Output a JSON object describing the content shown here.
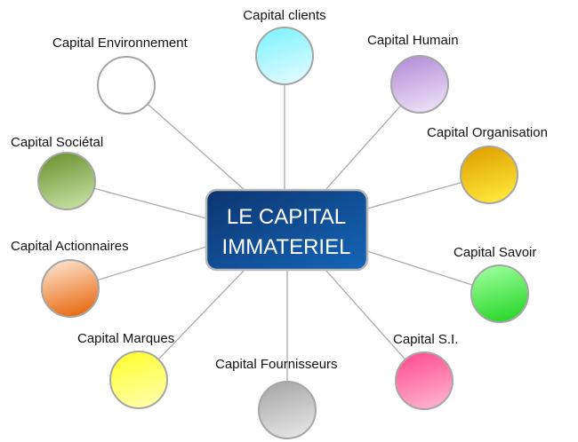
{
  "center": {
    "line1": "LE CAPITAL",
    "line2": "IMMATERIEL",
    "color_top": "#0d3570",
    "color_bottom": "#1466b8"
  },
  "nodes": [
    {
      "label": "Capital clients",
      "top": "#7ff3ff",
      "bottom": "#dffbff"
    },
    {
      "label": "Capital Humain",
      "top": "#b48fd8",
      "bottom": "#ecdff6"
    },
    {
      "label": "Capital Organisation",
      "top": "#e0a000",
      "bottom": "#ffe83a"
    },
    {
      "label": "Capital Savoir",
      "top": "#9bff9b",
      "bottom": "#2ad62a"
    },
    {
      "label": "Capital S.I.",
      "top": "#ff4f8f",
      "bottom": "#ffb0cc"
    },
    {
      "label": "Capital Fournisseurs",
      "top": "#a8a8a8",
      "bottom": "#e4e4e4"
    },
    {
      "label": "Capital Marques",
      "top": "#ffff30",
      "bottom": "#ffffa8"
    },
    {
      "label": "Capital Actionnaires",
      "top": "#fde1cb",
      "bottom": "#e86a10"
    },
    {
      "label": "Capital Sociétal",
      "top": "#6c9432",
      "bottom": "#c6dea0"
    },
    {
      "label": "Capital Environnement",
      "top": "#ffffff",
      "bottom": "#ffffff"
    }
  ]
}
